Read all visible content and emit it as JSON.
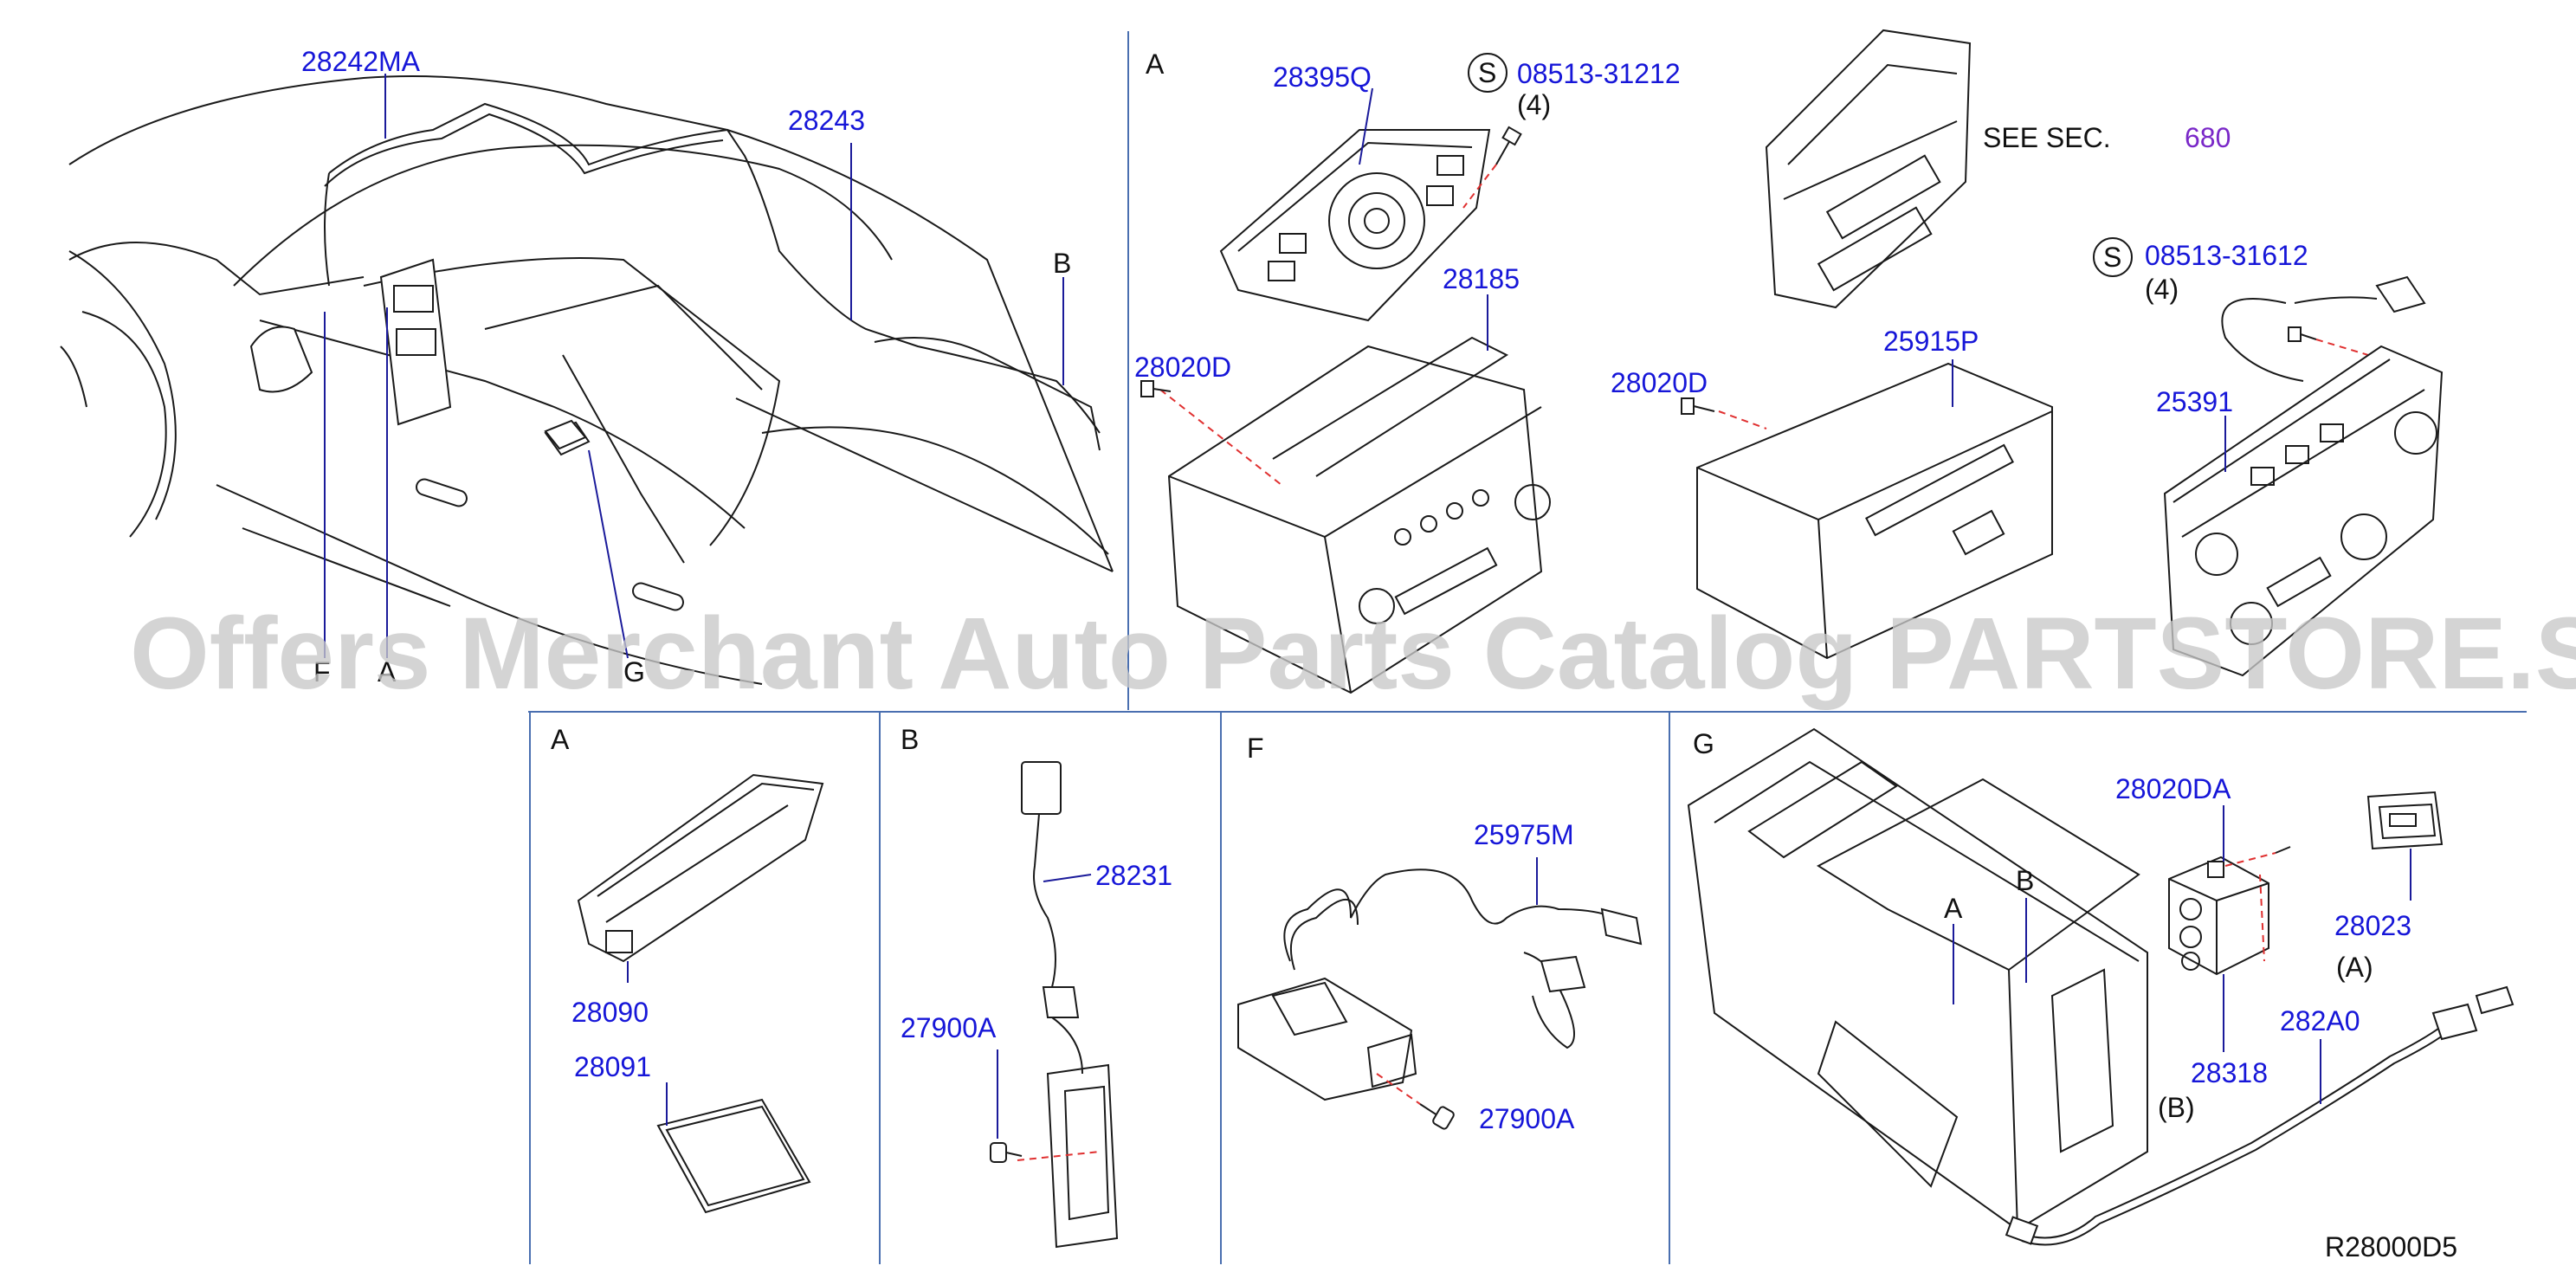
{
  "watermark": "Offers Merchant Auto Parts Catalog PARTSTORE.SA",
  "diagram_code": "R28000D5",
  "see_section": {
    "label": "SEE  SEC.",
    "number": "680"
  },
  "sections": {
    "A": "A",
    "B": "B",
    "F": "F",
    "G": "G"
  },
  "callouts": {
    "car_A": "A",
    "car_B": "B",
    "car_F": "F",
    "car_G": "G",
    "console_A": "A",
    "console_B": "B"
  },
  "screw_symbol": "S",
  "qty_4": "(4)",
  "paren_A": "(A)",
  "paren_B": "(B)",
  "parts": {
    "p28242MA": "28242MA",
    "p28243": "28243",
    "p28395Q": "28395Q",
    "p0851331212": "08513-31212",
    "p28185": "28185",
    "p28020D_1": "28020D",
    "p28020D_2": "28020D",
    "p25915P": "25915P",
    "p0851331612": "08513-31612",
    "p25391": "25391",
    "p28090": "28090",
    "p28091": "28091",
    "p28231": "28231",
    "p27900A_B": "27900A",
    "p25975M": "25975M",
    "p27900A_F": "27900A",
    "p28020DA": "28020DA",
    "p28023": "28023",
    "p282A0": "282A0",
    "p28318": "28318"
  },
  "colors": {
    "part_number": "#1616d8",
    "section_ref": "#7a28c8",
    "frame": "#4a6fb0",
    "leader": "#1a1a9a",
    "dash": "#e03030"
  }
}
